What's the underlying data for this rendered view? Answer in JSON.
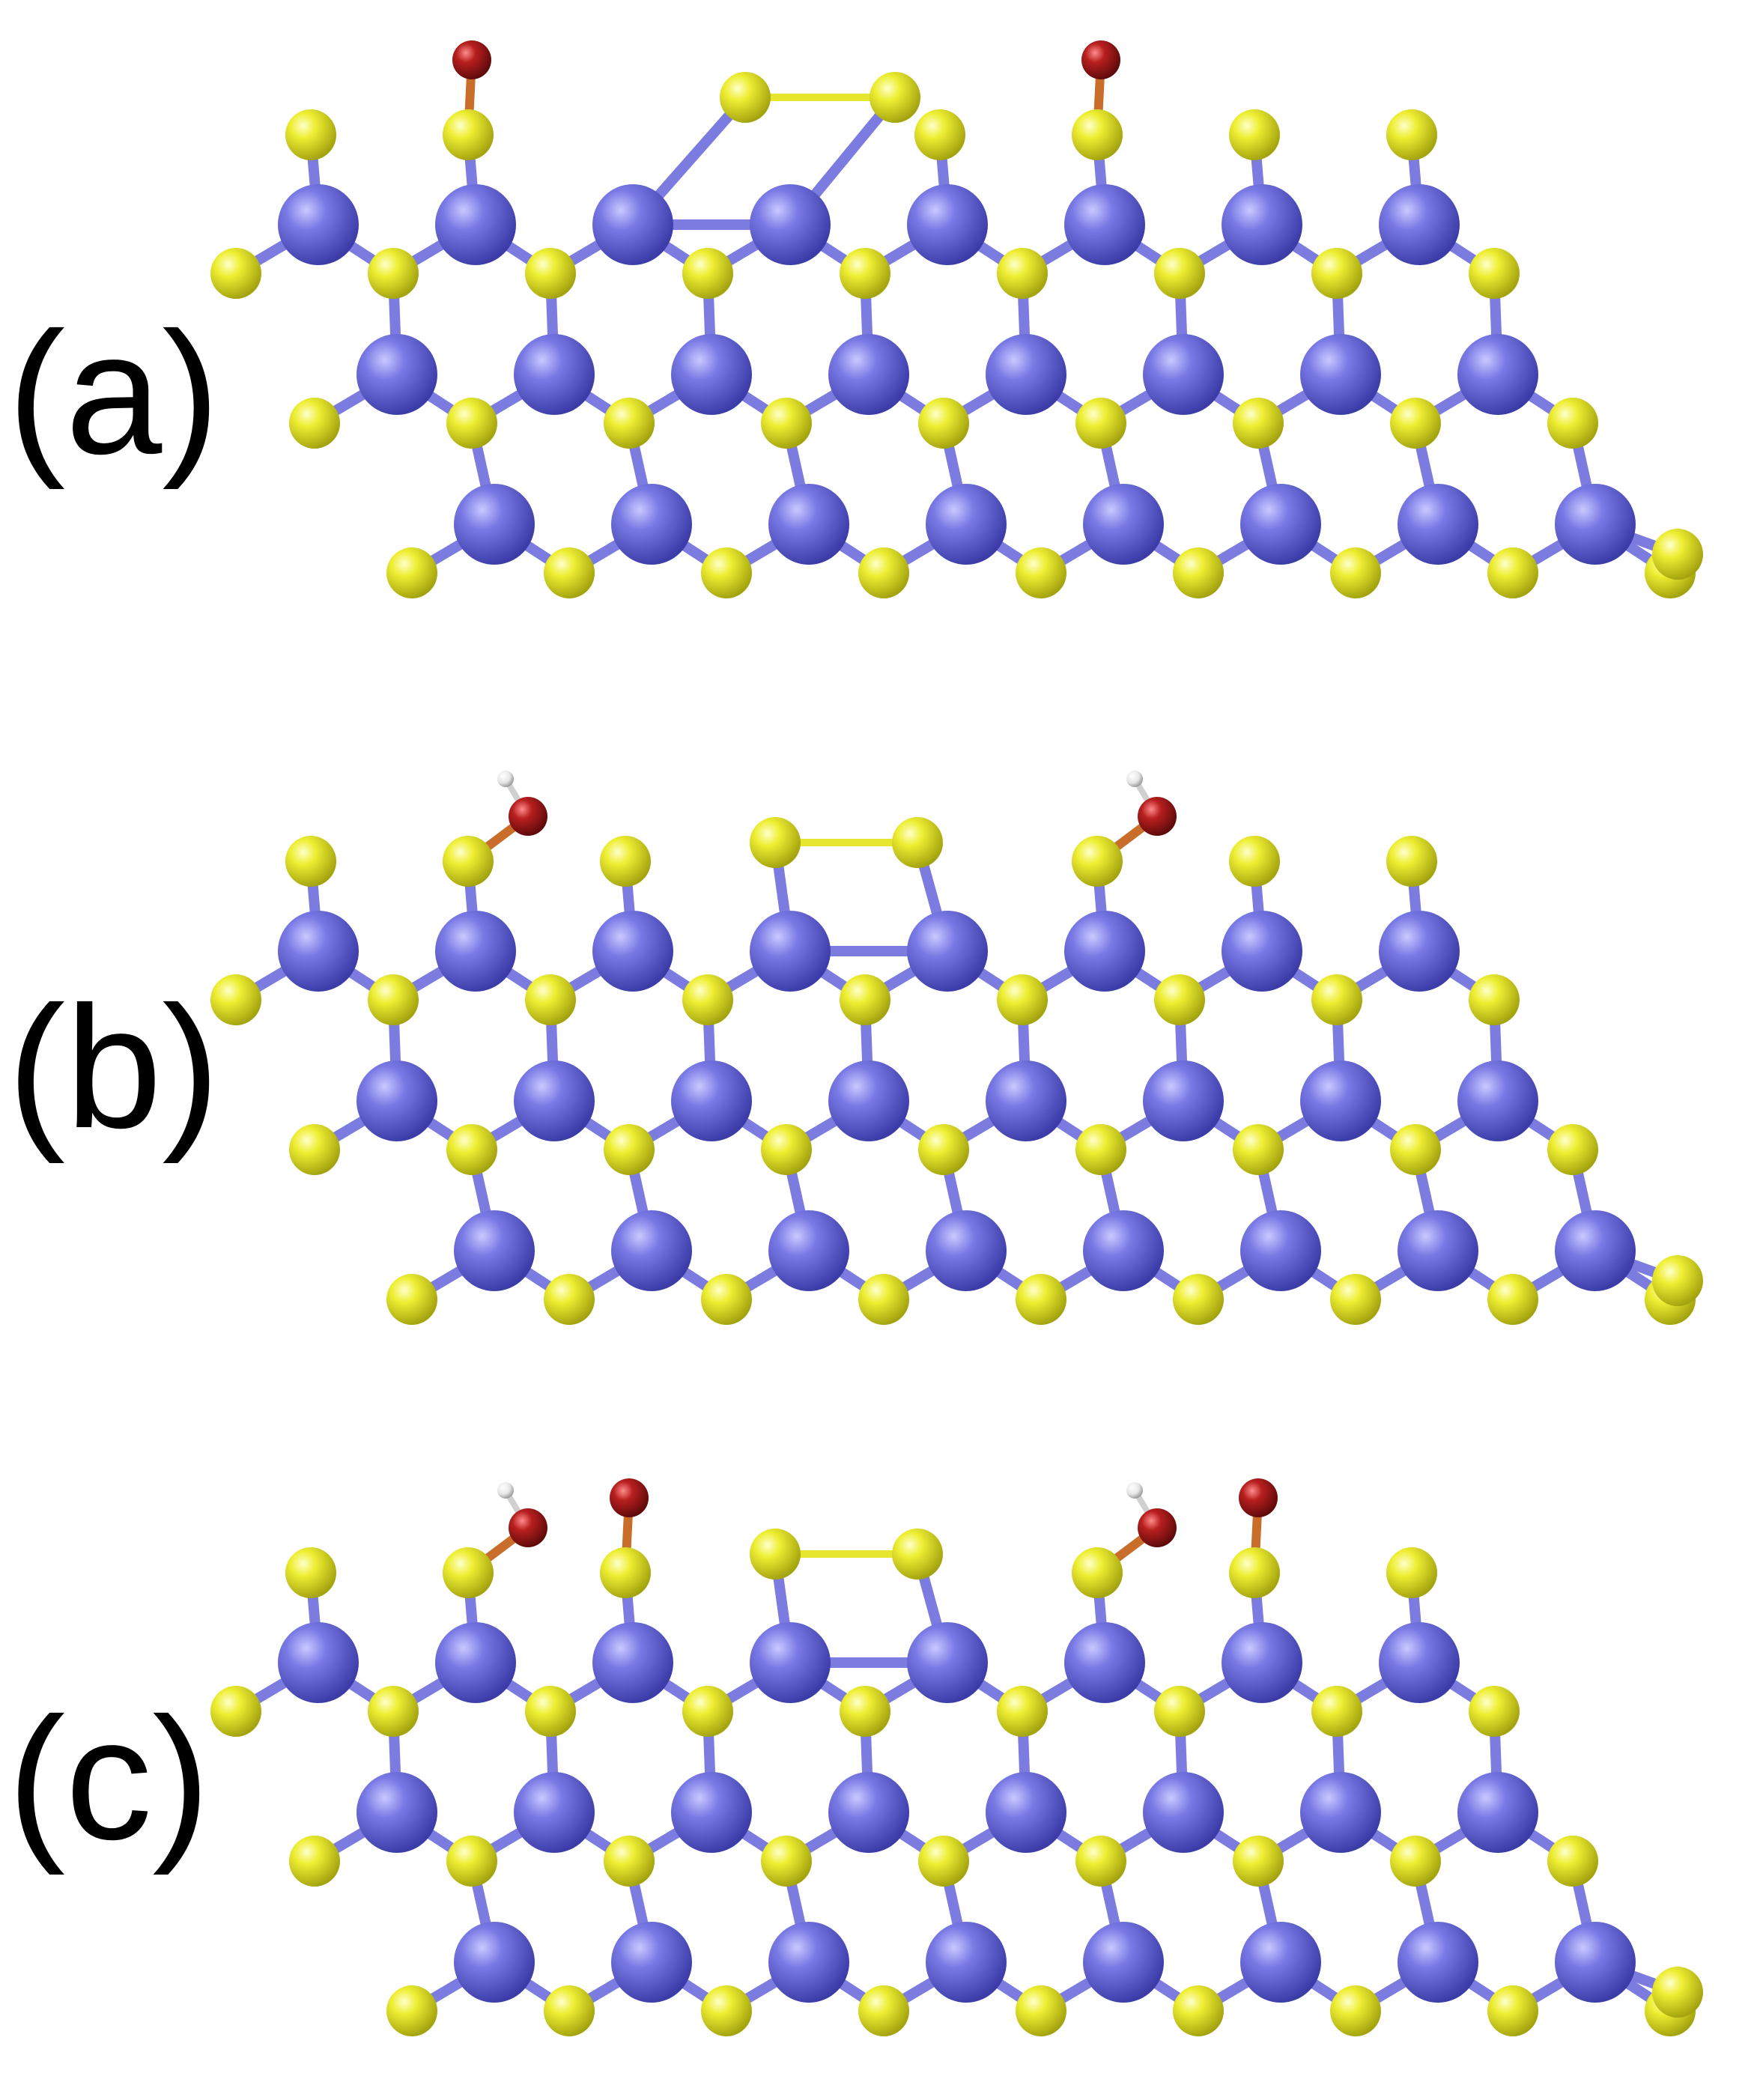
{
  "panels": [
    {
      "label": "(a)",
      "edge_adsorbates": [
        "O",
        "O"
      ]
    },
    {
      "label": "(b)",
      "edge_adsorbates": [
        "OH",
        "OH"
      ]
    },
    {
      "label": "(c)",
      "edge_adsorbates": [
        "OH",
        "O",
        "OH",
        "O"
      ]
    }
  ],
  "legend_colors": {
    "metal_atom": "#6a6ad9",
    "sulfur_atom": "#e6e62e",
    "oxygen_atom": "#a31a1a",
    "hydrogen_atom": "#f2f2f2",
    "metal_bond": "#7b7be0",
    "sulfur_bond": "#e6e62e"
  },
  "icons": {
    "metal": "blue-sphere",
    "sulfur": "yellow-sphere",
    "oxygen": "red-sphere",
    "hydrogen": "white-sphere"
  }
}
